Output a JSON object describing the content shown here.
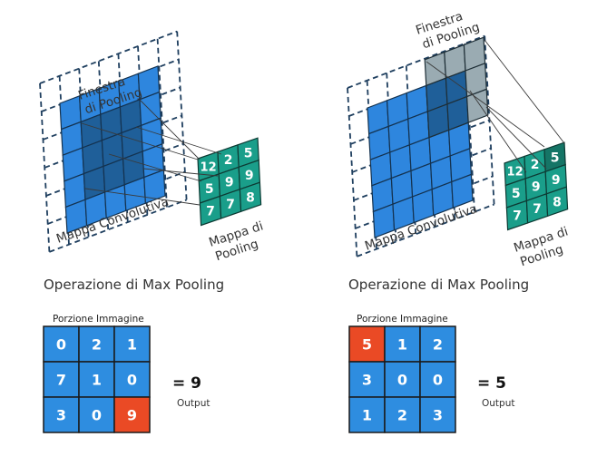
{
  "left": {
    "pooling_window_label": [
      "Finestra",
      "di Pooling"
    ],
    "conv_map_label": "Mappa Convolutiva",
    "pooled_map_label": [
      "Mappa di",
      "Pooling"
    ],
    "pooled_values": [
      [
        "12",
        "2",
        "5"
      ],
      [
        "5",
        "9",
        "9"
      ],
      [
        "7",
        "7",
        "8"
      ]
    ],
    "operation_title": "Operazione di Max Pooling",
    "grid_caption": "Porzione Immagine",
    "grid_values": [
      [
        "0",
        "2",
        "1"
      ],
      [
        "7",
        "1",
        "0"
      ],
      [
        "3",
        "0",
        "9"
      ]
    ],
    "max_cell": [
      2,
      2
    ],
    "result": "= 9",
    "output_label": "Output"
  },
  "right": {
    "pooling_window_label": [
      "Finestra",
      "di Pooling"
    ],
    "conv_map_label": "Mappa Convolutiva",
    "pooled_map_label": [
      "Mappa di",
      "Pooling"
    ],
    "pooled_values": [
      [
        "12",
        "2",
        "5"
      ],
      [
        "5",
        "9",
        "9"
      ],
      [
        "7",
        "7",
        "8"
      ]
    ],
    "operation_title": "Operazione di Max Pooling",
    "grid_caption": "Porzione Immagine",
    "grid_values": [
      [
        "5",
        "1",
        "2"
      ],
      [
        "3",
        "0",
        "0"
      ],
      [
        "1",
        "2",
        "3"
      ]
    ],
    "max_cell": [
      0,
      0
    ],
    "result": "= 5",
    "output_label": "Output"
  },
  "colors": {
    "conv_blue": "#2e86de",
    "window_blue": "#1f5f99",
    "window_grey": "#9aabb2",
    "pooled_teal": "#1a9e8a",
    "pooled_highlight": "#157566",
    "cell_blue": "#2e8de0",
    "max_red": "#ea4a25",
    "dashed_navy": "#1f3f5f"
  }
}
